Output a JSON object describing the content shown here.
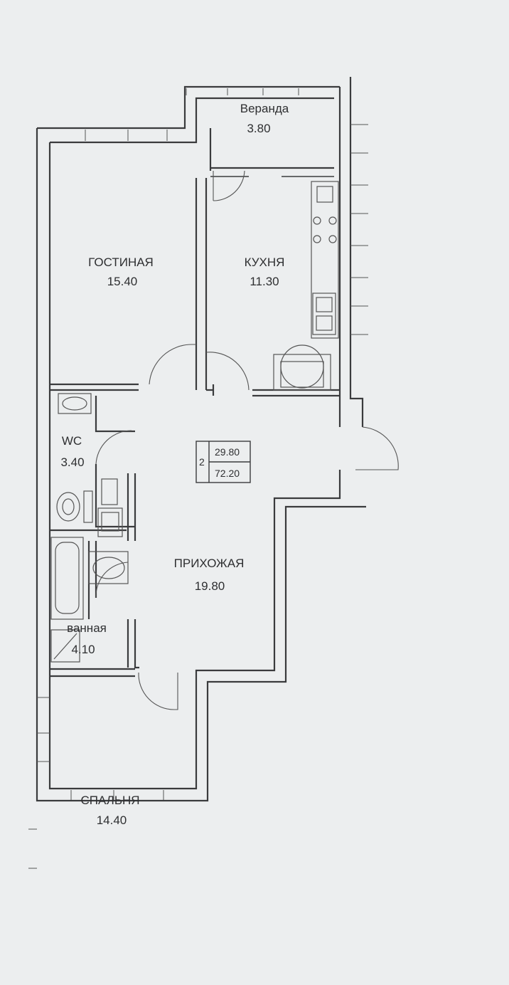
{
  "rooms": {
    "veranda": {
      "name": "Веранда",
      "area": "3.80"
    },
    "living": {
      "name": "ГОСТИНАЯ",
      "area": "15.40"
    },
    "kitchen": {
      "name": "КУХНЯ",
      "area": "11.30"
    },
    "wc": {
      "name": "WC",
      "area": "3.40"
    },
    "hall": {
      "name": "ПРИХОЖАЯ",
      "area": "19.80"
    },
    "bath": {
      "name": "ванная",
      "area": "4.10"
    },
    "bedroom": {
      "name": "СПАЛЬНЯ",
      "area": "14.40"
    }
  },
  "summary": {
    "rooms": "2",
    "living_area": "29.80",
    "total_area": "72.20"
  }
}
